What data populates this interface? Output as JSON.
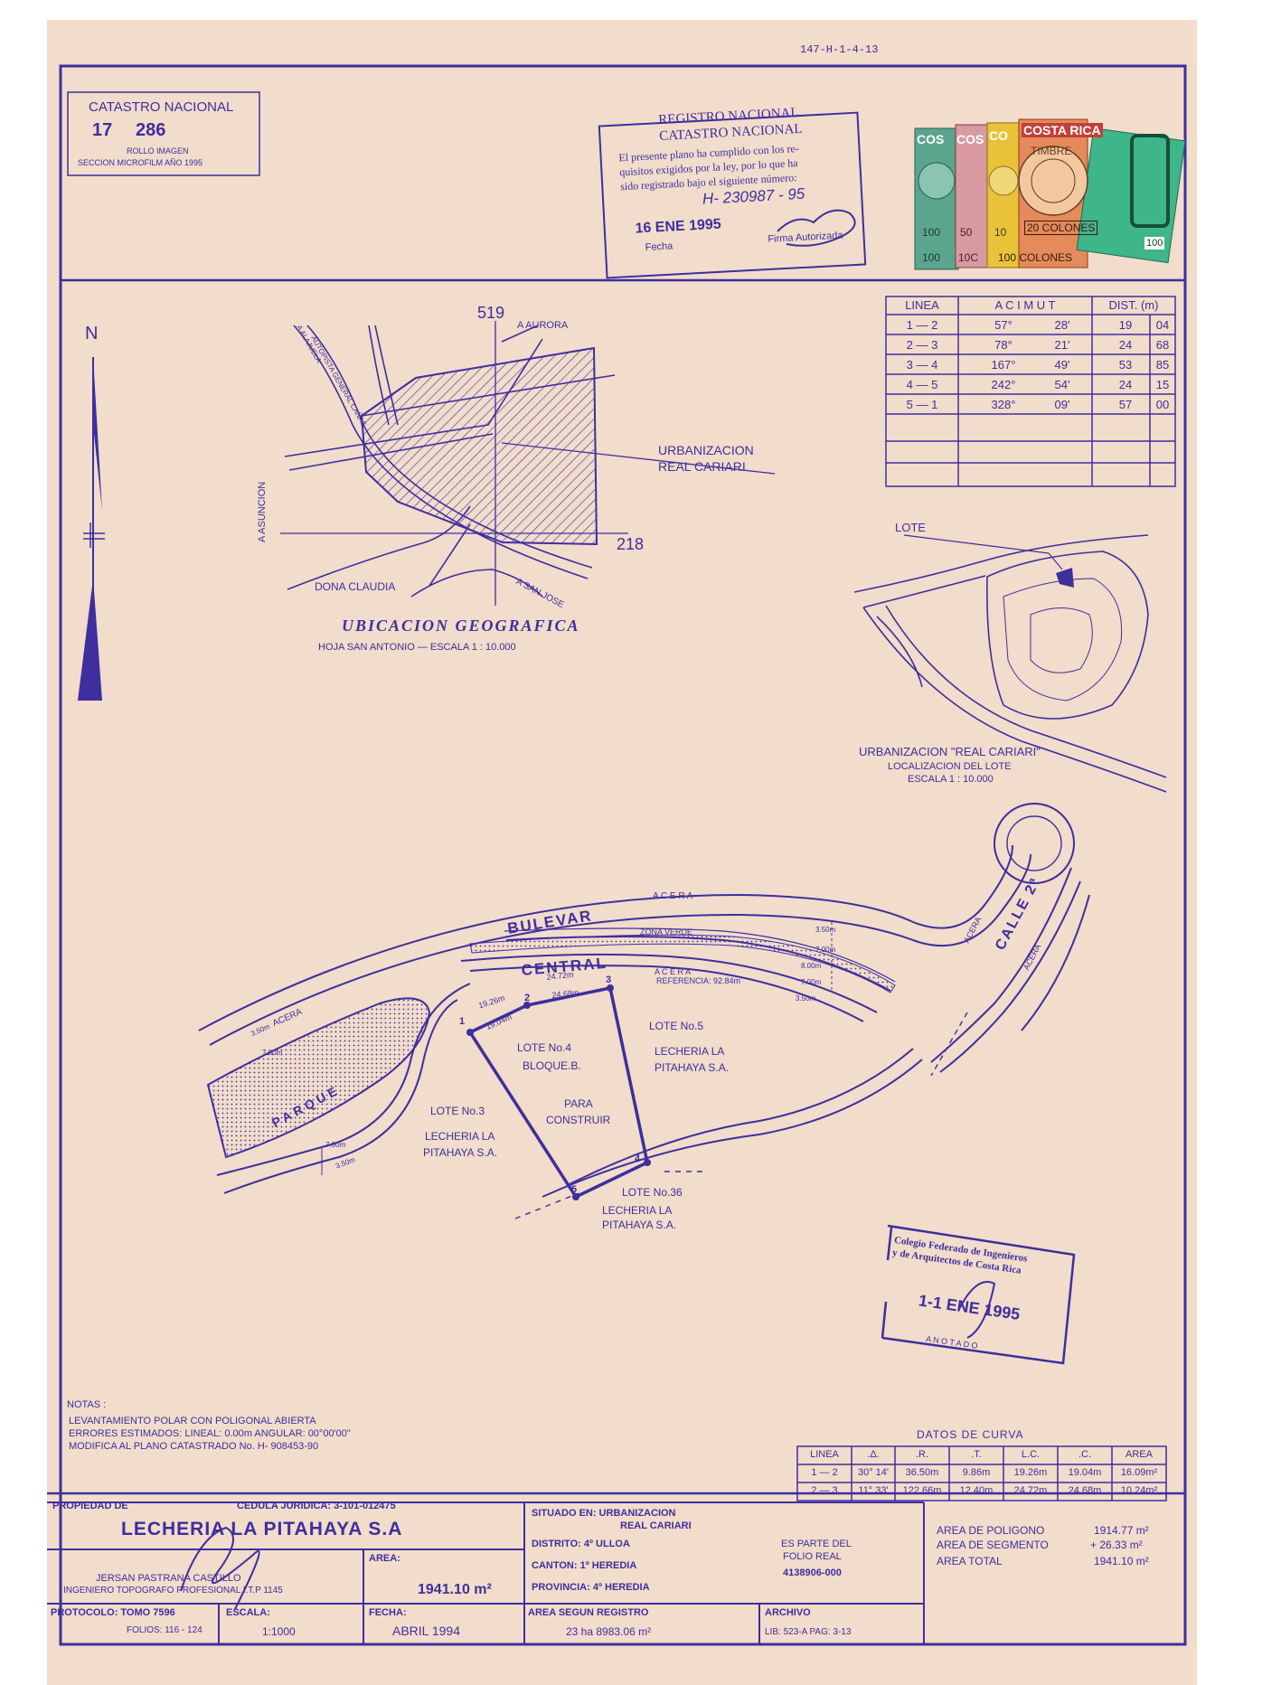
{
  "header": {
    "ref_code": "147-H-1-4-13",
    "catastro_box": {
      "title": "CATASTRO NACIONAL",
      "number_left": "17",
      "number_right": "286",
      "line1": "ROLLO IMAGEN",
      "line2": "SECCION MICROFILM AÑO 1995"
    },
    "registro_stamp": {
      "line1": "REGISTRO NACIONAL",
      "line2": "CATASTRO NACIONAL",
      "line3": "El presente plano ha cumplido con los re-",
      "line4": "quisitos exigidos por la ley, por lo que ha",
      "line5": "sido registrado bajo el siguiente número:",
      "number": "H- 230987 - 95",
      "date": "16 ENE 1995",
      "fecha_label": "Fecha",
      "firma_label": "Firma Autorizada"
    },
    "stamps": {
      "brand1": "COS",
      "brand2": "COS",
      "brand3": "CO",
      "brand4": "COSTA RICA",
      "timbre": "TIMBRE",
      "val1": "100",
      "val2": "50",
      "val3": "10",
      "val4": "20 COLONES",
      "val5": "100",
      "val6": "10C",
      "val7": "100 COLONES",
      "val8": "100"
    }
  },
  "north_label": "N",
  "acimut_table": {
    "headers": [
      "LINEA",
      "A C I M U T",
      "DIST. (m)"
    ],
    "rows": [
      {
        "linea": "1 — 2",
        "deg": "57°",
        "min": "28'",
        "d1": "19",
        "d2": "04"
      },
      {
        "linea": "2 — 3",
        "deg": "78°",
        "min": "21'",
        "d1": "24",
        "d2": "68"
      },
      {
        "linea": "3 — 4",
        "deg": "167°",
        "min": "49'",
        "d1": "53",
        "d2": "85"
      },
      {
        "linea": "4 — 5",
        "deg": "242°",
        "min": "54'",
        "d1": "24",
        "d2": "15"
      },
      {
        "linea": "5 — 1",
        "deg": "328°",
        "min": "09'",
        "d1": "57",
        "d2": "00"
      }
    ]
  },
  "ubicacion": {
    "num_19": "519",
    "num_18": "218",
    "a_aurora": "A AURORA",
    "urbanizacion1": "URBANIZACION",
    "urbanizacion2": "REAL CARIARI",
    "a_asuncion": "A ASUNCION",
    "autopista": "AUTOPISTA GENERAL CAÑAS",
    "a_alajuela": "A ALAJUELA",
    "dona_claudia": "DONA CLAUDIA",
    "a_san_jose": "A SAN JOSE",
    "title": "UBICACION GEOGRAFICA",
    "subtitle": "HOJA SAN ANTONIO  —  ESCALA 1 : 10.000"
  },
  "localizacion": {
    "lote": "LOTE",
    "title": "URBANIZACION \"REAL CARIARI\"",
    "line2": "LOCALIZACION DEL LOTE",
    "line3": "ESCALA 1 : 10.000"
  },
  "plano": {
    "bulevar": "BULEVAR",
    "central": "CENTRAL",
    "acera_top": "A C E R A",
    "zona_verde": "ZONA VERDE",
    "acera_mid": "A C E R A",
    "referencia": "REFERENCIA: 92.84m",
    "calle": "CALLE 2ª",
    "acera_calle1": "ACERA",
    "acera_calle2": "ACERA",
    "acera_left": "ACERA",
    "dim_350a": "3.50m",
    "dim_700a": "7.00m",
    "dim_800": "8.00m",
    "dim_700b": "7.00m",
    "dim_350b": "3.50m",
    "dim_350c": "3.50m",
    "dim_700c": "7.00m",
    "dim_700d": "7.00m",
    "dim_350d": "3.50m",
    "seg_1926": "19.26m",
    "seg_1904": "19.04m",
    "seg_2472": "24.72m",
    "seg_2468": "24.68m",
    "parque": "PARQUE",
    "lote4_1": "LOTE No.4",
    "lote4_2": "BLOQUE.B.",
    "lote4_3": "PARA",
    "lote4_4": "CONSTRUIR",
    "lote5_1": "LOTE No.5",
    "lote5_2": "LECHERIA LA",
    "lote5_3": "PITAHAYA S.A.",
    "lote3_1": "LOTE No.3",
    "lote3_2": "LECHERIA LA",
    "lote3_3": "PITAHAYA S.A.",
    "lote36_1": "LOTE No.36",
    "lote36_2": "LECHERIA LA",
    "lote36_3": "PITAHAYA S.A.",
    "p1": "1",
    "p2": "2",
    "p3": "3",
    "p4": "4",
    "p5": "5"
  },
  "colegio_stamp": {
    "line1": "Colegio Federado de Ingenieros",
    "line2": "y de Arquitectos de Costa Rica",
    "date": "1-1 ENE 1995",
    "anotado": "A N O T A D O"
  },
  "notas": {
    "title": "NOTAS :",
    "line1": "LEVANTAMIENTO POLAR CON POLIGONAL ABIERTA",
    "line2": "ERRORES ESTIMADOS:  LINEAL: 0.00m    ANGULAR: 00°00'00\"",
    "line3": "MODIFICA AL PLANO CATASTRADO No. H- 908453-90"
  },
  "curva": {
    "title": "DATOS DE CURVA",
    "headers": [
      "LINEA",
      ".Δ.",
      ".R.",
      ".T.",
      "L.C.",
      ".C.",
      "AREA"
    ],
    "rows": [
      [
        "1 — 2",
        "30° 14'",
        "36.50m",
        "9.86m",
        "19.26m",
        "19.04m",
        "16.09m²"
      ],
      [
        "2 — 3",
        "11° 33'",
        "122.66m",
        "12.40m",
        "24.72m",
        "24.68m",
        "10.24m²"
      ]
    ]
  },
  "footer": {
    "propiedad_label": "PROPIEDAD DE",
    "cedula": "CEDULA JURIDICA: 3-101-012475",
    "owner": "LECHERIA LA PITAHAYA S.A",
    "engineer1": "JERSAN PASTRANA CASTILLO",
    "engineer2": "INGENIERO TOPOGRAFO PROFESIONAL I.T.P 1145",
    "area_label": "AREA:",
    "area_value": "1941.10 m²",
    "protocolo": "PROTOCOLO: TOMO 7596",
    "folios": "FOLIOS: 116 - 124",
    "escala_label": "ESCALA:",
    "escala_value": "1:1000",
    "fecha_label": "FECHA:",
    "fecha_value": "ABRIL 1994",
    "situado1": "SITUADO EN: URBANIZACION",
    "situado2": "REAL CARIARI",
    "distrito": "DISTRITO: 4º ULLOA",
    "canton": "CANTON: 1º HEREDIA",
    "provincia": "PROVINCIA: 4º HEREDIA",
    "es_parte1": "ES PARTE DEL",
    "es_parte2": "FOLIO REAL",
    "folio_real": "4138906-000",
    "area_registro_label": "AREA SEGUN REGISTRO",
    "area_registro_value": "23 ha 8983.06 m²",
    "archivo_label": "ARCHIVO",
    "archivo_value": "LIB: 523-A   PAG: 3-13",
    "poligono_label": "AREA DE POLIGONO",
    "poligono_value": "1914.77 m²",
    "segmento_label": "AREA DE SEGMENTO",
    "segmento_value": "+ 26.33 m²",
    "total_label": "AREA TOTAL",
    "total_value": "1941.10 m²"
  },
  "colors": {
    "ink": "#3d2f9e",
    "paper": "#f2dccb",
    "stamp_red": "#c2403a",
    "stamp_green": "#3fb58a",
    "stamp_yellow": "#e8c33a"
  }
}
